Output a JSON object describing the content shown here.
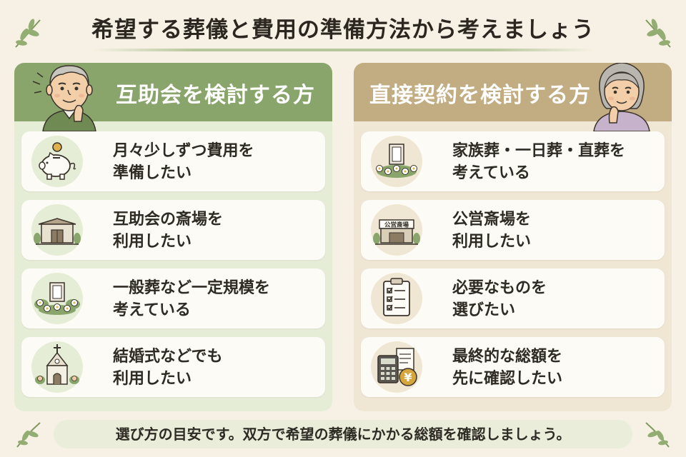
{
  "title": "希望する葬儀と費用の準備方法から考えましょう",
  "left_panel": {
    "heading": "互助会を検討する方",
    "cards": [
      {
        "icon": "piggy-bank-icon",
        "line1": "月々少しずつ費用を",
        "line2": "準備したい"
      },
      {
        "icon": "funeral-hall-icon",
        "line1": "互助会の斎場を",
        "line2": "利用したい"
      },
      {
        "icon": "flower-altar-icon",
        "line1": "一般葬など一定規模を",
        "line2": "考えている"
      },
      {
        "icon": "chapel-icon",
        "line1": "結婚式などでも",
        "line2": "利用したい"
      }
    ]
  },
  "right_panel": {
    "heading": "直接契約を検討する方",
    "cards": [
      {
        "icon": "small-altar-icon",
        "line1": "家族葬・一日葬・直葬を",
        "line2": "考えている"
      },
      {
        "icon": "public-hall-icon",
        "sign": "公営斎場",
        "line1": "公営斎場を",
        "line2": "利用したい"
      },
      {
        "icon": "checklist-icon",
        "line1": "必要なものを",
        "line2": "選びたい"
      },
      {
        "icon": "calculator-yen-icon",
        "yen": "¥",
        "line1": "最終的な総額を",
        "line2": "先に確認したい"
      }
    ]
  },
  "footer": "選び方の目安です。双方で希望の葬儀にかかる総額を確認しましょう。",
  "colors": {
    "background": "#f6f1e4",
    "left_accent": "#8aa56c",
    "right_accent": "#c2ad83"
  }
}
